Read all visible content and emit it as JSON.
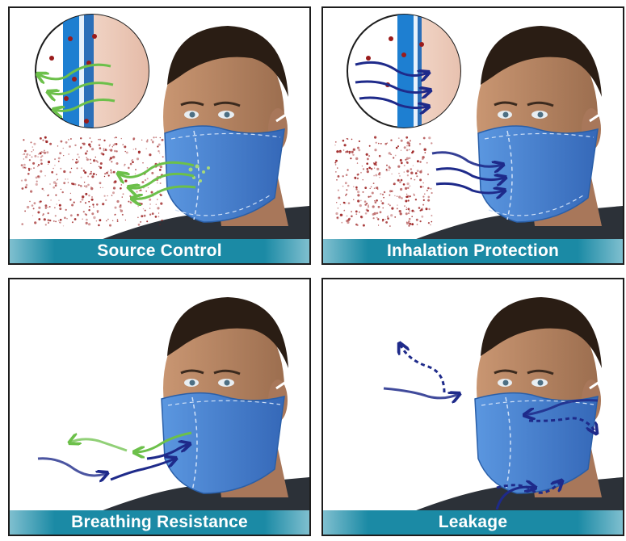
{
  "colors": {
    "mask": "#3f7fd1",
    "mask_edge": "#2a5fa8",
    "skin": "#b98662",
    "hair": "#2a1d14",
    "shirt": "#2c3138",
    "green_arrow": "#6cc04a",
    "navy_arrow": "#1e2a8a",
    "particle": "#9a1b1b",
    "caption_bg": "#1b8aa5"
  },
  "panels": [
    {
      "caption": "Source Control"
    },
    {
      "caption": "Inhalation Protection"
    },
    {
      "caption": "Breathing Resistance"
    },
    {
      "caption": "Leakage"
    }
  ]
}
